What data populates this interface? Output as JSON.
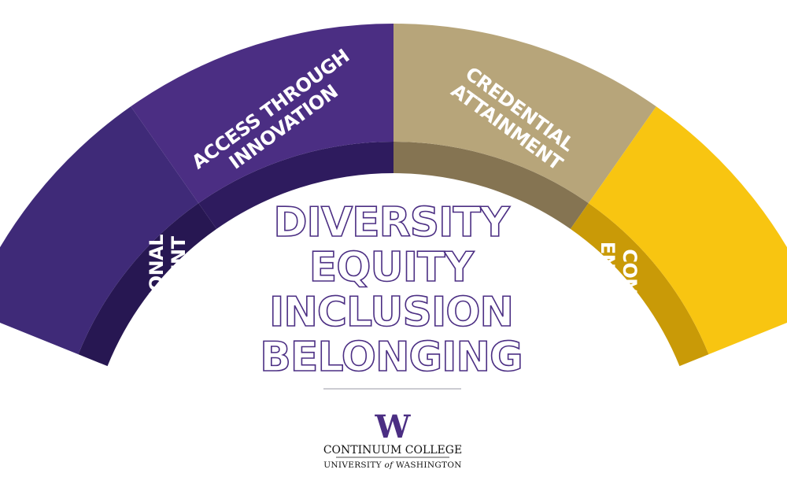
{
  "segments": [
    {
      "id": "professional-development",
      "lines": [
        "PROFESSIONAL",
        "DEVELOPMENT"
      ],
      "color": "#3f2a78",
      "shade": "#271752"
    },
    {
      "id": "access-through-innovation",
      "lines": [
        "ACCESS THROUGH",
        "INNOVATION"
      ],
      "color": "#4b2e83",
      "shade": "#2e1b5e"
    },
    {
      "id": "credential-attainment",
      "lines": [
        "CREDENTIAL",
        "ATTAINMENT"
      ],
      "color": "#b7a57a",
      "shade": "#857452"
    },
    {
      "id": "community-engagement",
      "lines": [
        "COMMUNITY",
        "ENGAGEMENT"
      ],
      "color": "#f8c511",
      "shade": "#c99a07"
    }
  ],
  "core_words": [
    "DIVERSITY",
    "EQUITY",
    "INCLUSION",
    "BELONGING"
  ],
  "core_outline_color": "#4b2e83",
  "logo": {
    "mark": "W",
    "mark_color": "#4b2e83",
    "line1": "CONTINUUM COLLEGE",
    "line2_a": "UNIVERSITY",
    "line2_of": "of",
    "line2_b": "WASHINGTON"
  }
}
